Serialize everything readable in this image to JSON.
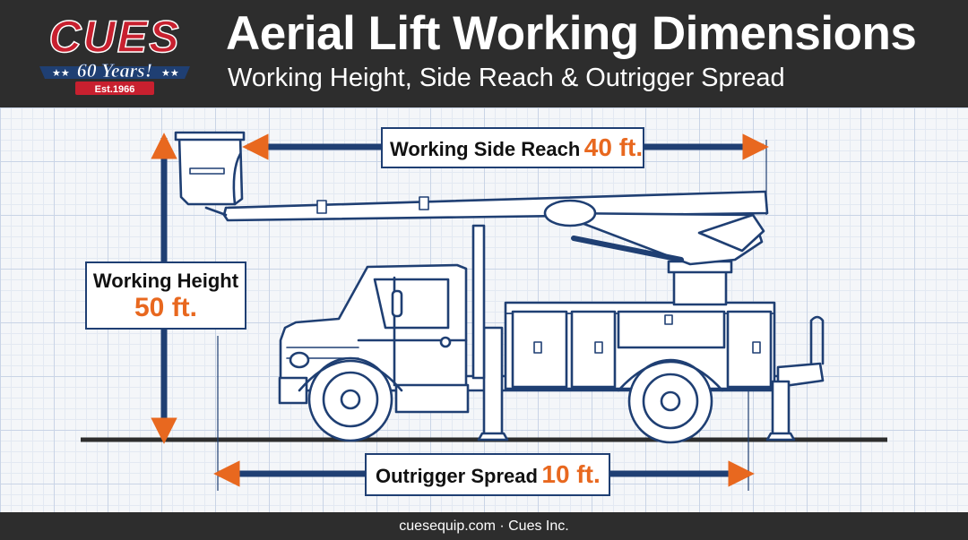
{
  "header": {
    "title": "Aerial Lift Working Dimensions",
    "subtitle": "Working Height, Side Reach & Outrigger Spread",
    "logo": {
      "brand": "CUES",
      "anniversary": "60 Years!",
      "established": "Est.1966",
      "colors": {
        "red": "#c8202f",
        "blue": "#1f3f73",
        "white": "#ffffff"
      }
    }
  },
  "labels": {
    "side_reach": {
      "text": "Working Side Reach",
      "value": "40 ft."
    },
    "working_height": {
      "text": "Working Height",
      "value": "50 ft."
    },
    "outrigger_spread": {
      "text": "Outrigger Spread",
      "value": "10 ft."
    }
  },
  "footer": {
    "text": "cuesequip.com · Cues Inc."
  },
  "colors": {
    "navy": "#1f3f73",
    "orange": "#e8681f",
    "header_bg": "#2d2d2d",
    "grid_bg": "#f4f6f9"
  }
}
